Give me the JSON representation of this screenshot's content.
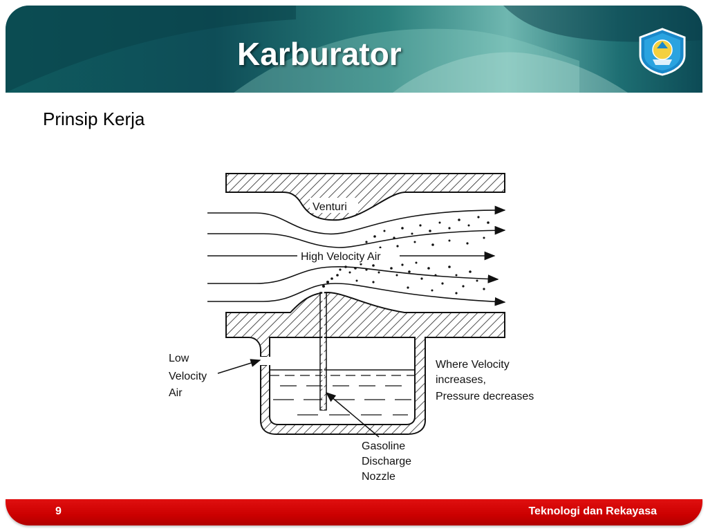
{
  "slide": {
    "title": "Karburator",
    "subtitle": "Prinsip Kerja",
    "page_number": "9",
    "footer_text": "Teknologi dan Rekayasa",
    "logo_icon": "tut-wuri-handayani-emblem-icon",
    "colors": {
      "header": "#0f5a5e",
      "footer": "#cc0000",
      "title_text": "#ffffff"
    }
  },
  "diagram": {
    "labels": {
      "venturi": "Venturi",
      "high_velocity_air": "High Velocity Air",
      "low_1": "Low",
      "low_2": "Velocity",
      "low_3": "Air",
      "where_1": "Where Velocity",
      "where_2": "increases,",
      "where_3": "Pressure decreases",
      "noz_1": "Gasoline",
      "noz_2": "Discharge",
      "noz_3": "Nozzle"
    }
  }
}
